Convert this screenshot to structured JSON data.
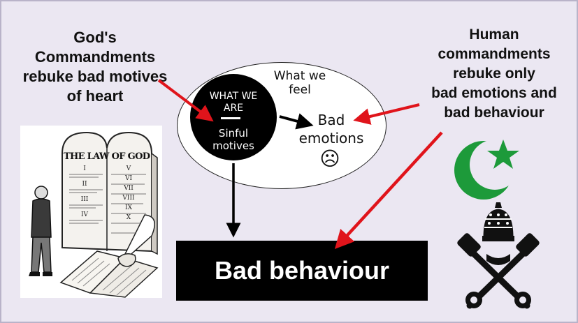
{
  "left_caption": [
    "God's",
    "Commandments",
    "rebuke bad motives",
    "of heart"
  ],
  "right_caption": [
    "Human",
    "commandments",
    "rebuke only",
    "bad emotions and",
    "bad behaviour"
  ],
  "center": {
    "what_we_feel": [
      "What we",
      "feel"
    ],
    "circle_top": [
      "WHAT WE",
      "ARE"
    ],
    "circle_bottom": [
      "Sinful",
      "motives"
    ],
    "bad_emotions": [
      "Bad",
      "emotions"
    ],
    "frown_glyph": "☹"
  },
  "bottom_box": "Bad behaviour",
  "illustration": {
    "tablet_heading": "THE LAW OF GOD",
    "tablet_numerals": [
      "I",
      "II",
      "III",
      "IV",
      "V",
      "VI",
      "VII",
      "VIII",
      "IX",
      "X"
    ]
  },
  "colors": {
    "background": "#ebe7f2",
    "arrow_red": "#e0141b",
    "islam_green": "#1d9a3a"
  }
}
